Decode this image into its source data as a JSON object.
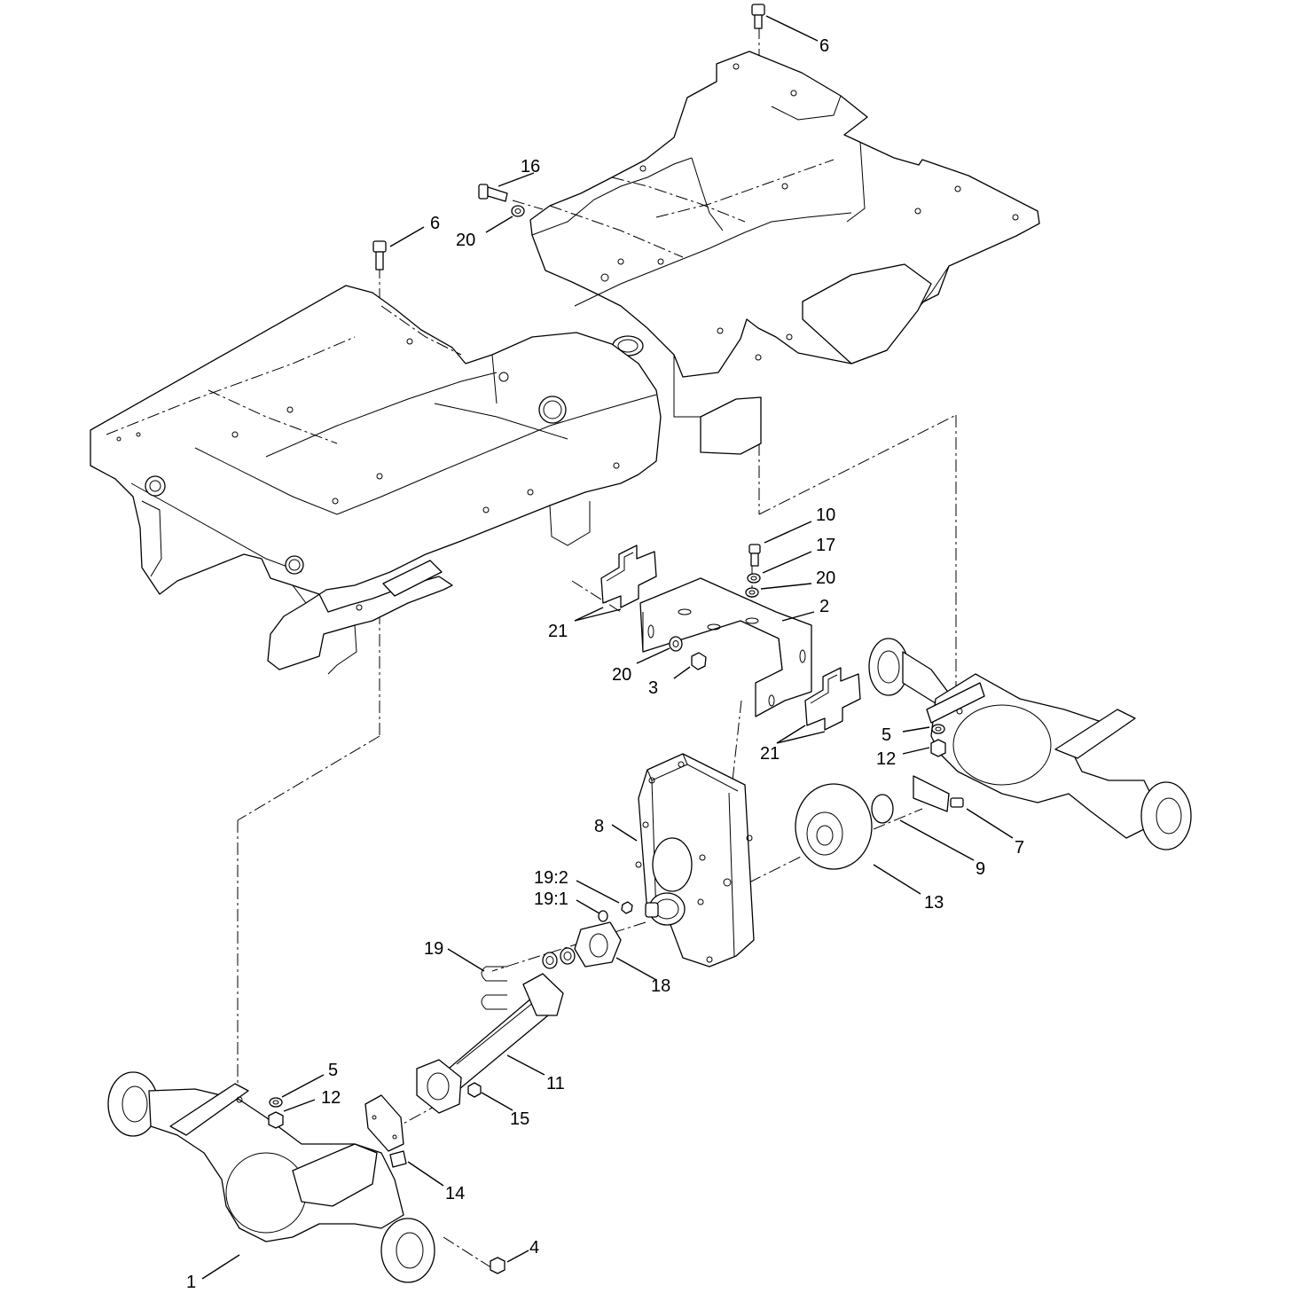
{
  "diagram": {
    "type": "exploded-parts-view",
    "callouts": [
      "6",
      "16",
      "20",
      "6",
      "10",
      "17",
      "20",
      "2",
      "21",
      "20",
      "3",
      "21",
      "5",
      "12",
      "7",
      "8",
      "9",
      "13",
      "19:2",
      "19:1",
      "19",
      "18",
      "11",
      "5",
      "12",
      "15",
      "14",
      "1",
      "4"
    ],
    "parts": {
      "rear_frame": "rear-frame",
      "front_frame": "front-frame",
      "mount_bracket": "mount-bracket",
      "shim_upper": "shim-plate",
      "shim_lower": "shim-plate",
      "gearbox": "gearbox",
      "brake_disc": "brake-disc",
      "o_ring": "o-ring",
      "rear_axle": "rear-axle",
      "front_axle": "front-axle",
      "drive_shaft": "drive-shaft",
      "coupler_yoke": "coupler-yoke",
      "flange_plate": "flange-plate"
    },
    "icons": {
      "bolt": "bolt-icon",
      "washer": "washer-icon",
      "nut": "nut-icon",
      "clip": "retaining-clip-icon"
    }
  }
}
